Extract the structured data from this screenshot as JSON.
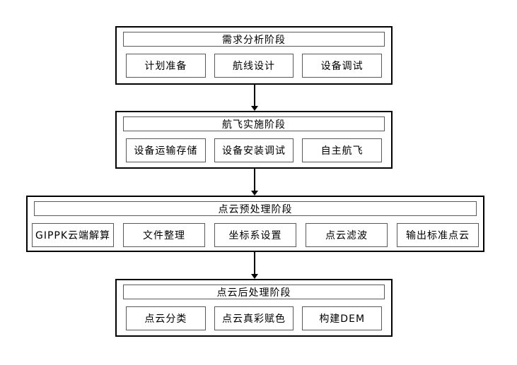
{
  "flowchart": {
    "colors": {
      "outer_border": "#000000",
      "inner_border": "#595959",
      "background": "#ffffff",
      "text": "#000000"
    },
    "stages": [
      {
        "title": "需求分析阶段",
        "items": [
          "计划准备",
          "航线设计",
          "设备调试"
        ]
      },
      {
        "title": "航飞实施阶段",
        "items": [
          "设备运输存储",
          "设备安装调试",
          "自主航飞"
        ]
      },
      {
        "title": "点云预处理阶段",
        "items": [
          "GIPPK云端解算",
          "文件整理",
          "坐标系设置",
          "点云滤波",
          "输出标准点云"
        ]
      },
      {
        "title": "点云后处理阶段",
        "items": [
          "点云分类",
          "点云真彩赋色",
          "构建DEM"
        ]
      }
    ]
  }
}
